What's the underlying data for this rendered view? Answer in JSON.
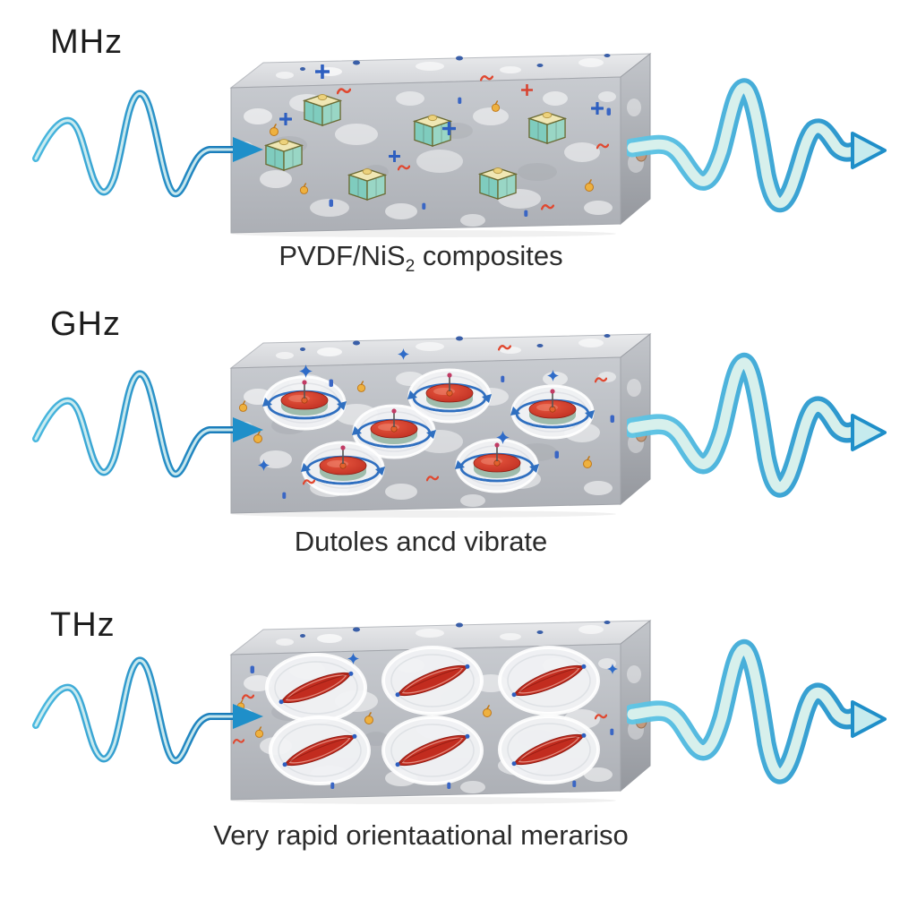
{
  "figure": {
    "background_color": "#ffffff",
    "rows": [
      {
        "frequency_label": "MHz",
        "caption": {
          "main": "PVDF/NiS",
          "sub": "2",
          "rest": " composites"
        },
        "content_icon": "nanoparticle-cube-icon"
      },
      {
        "frequency_label": "GHz",
        "caption": {
          "main": "Dutoles ancd vibrate",
          "sub": "",
          "rest": ""
        },
        "content_icon": "rotating-dipole-icon"
      },
      {
        "frequency_label": "THz",
        "caption": {
          "main": "Very rapid orientaational merariso",
          "sub": "",
          "rest": ""
        },
        "content_icon": "vibrating-dipole-icon"
      }
    ],
    "colors": {
      "wave_blue": "#1f8fc9",
      "wave_light": "#d9f2f2",
      "block_gray": "#b9bcc2",
      "cube_teal": "#7fccbe",
      "cube_top_cream": "#f0e7b4",
      "dipole_red": "#c22c1f",
      "orbit_blue": "#2f6fc0",
      "text": "#2b2b2b"
    }
  }
}
